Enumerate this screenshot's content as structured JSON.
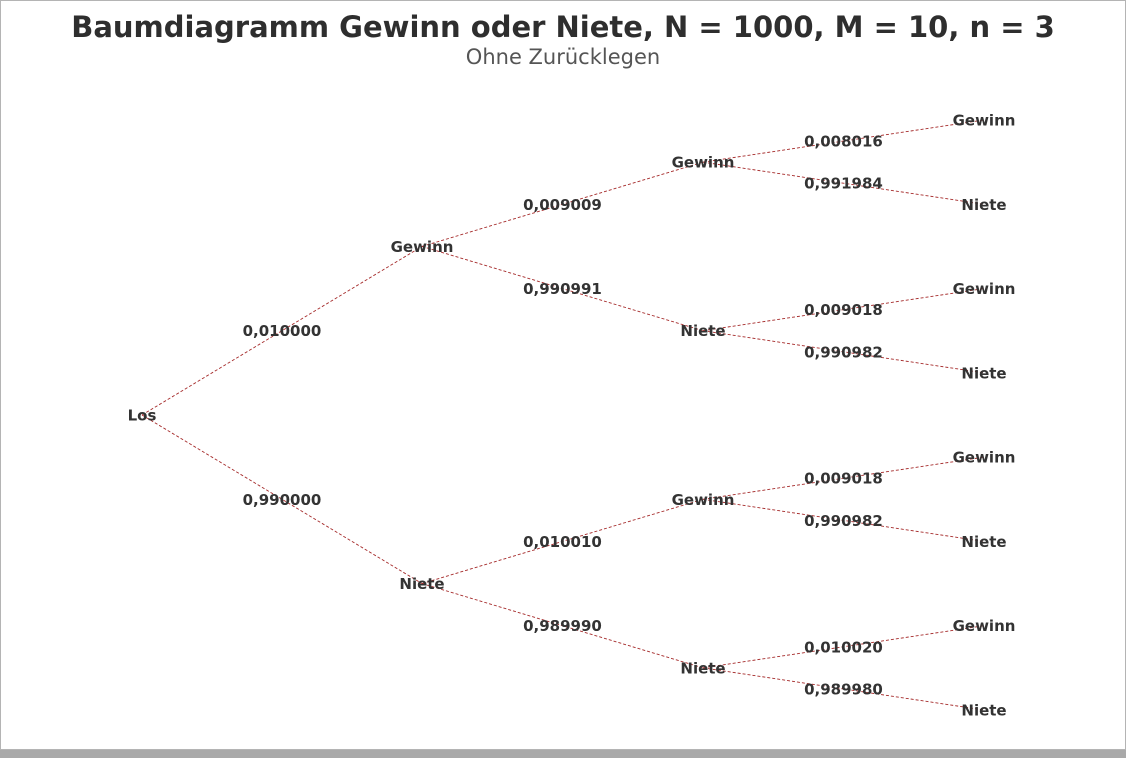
{
  "title": "Baumdiagramm Gewinn oder Niete, N = 1000, M = 10, n = 3",
  "subtitle": "Ohne Zurücklegen",
  "colors": {
    "edge": "#a52a2a",
    "text": "#333333",
    "title": "#2e2e2e",
    "subtitle": "#555555"
  },
  "tree": {
    "label": "Los",
    "children": [
      {
        "label": "Gewinn",
        "probability": "0,010000",
        "children": [
          {
            "label": "Gewinn",
            "probability": "0,009009",
            "children": [
              {
                "label": "Gewinn",
                "probability": "0,008016"
              },
              {
                "label": "Niete",
                "probability": "0,991984"
              }
            ]
          },
          {
            "label": "Niete",
            "probability": "0,990991",
            "children": [
              {
                "label": "Gewinn",
                "probability": "0,009018"
              },
              {
                "label": "Niete",
                "probability": "0,990982"
              }
            ]
          }
        ]
      },
      {
        "label": "Niete",
        "probability": "0,990000",
        "children": [
          {
            "label": "Gewinn",
            "probability": "0,010010",
            "children": [
              {
                "label": "Gewinn",
                "probability": "0,009018"
              },
              {
                "label": "Niete",
                "probability": "0,990982"
              }
            ]
          },
          {
            "label": "Niete",
            "probability": "0,989990",
            "children": [
              {
                "label": "Gewinn",
                "probability": "0,010020"
              },
              {
                "label": "Niete",
                "probability": "0,989980"
              }
            ]
          }
        ]
      }
    ]
  }
}
